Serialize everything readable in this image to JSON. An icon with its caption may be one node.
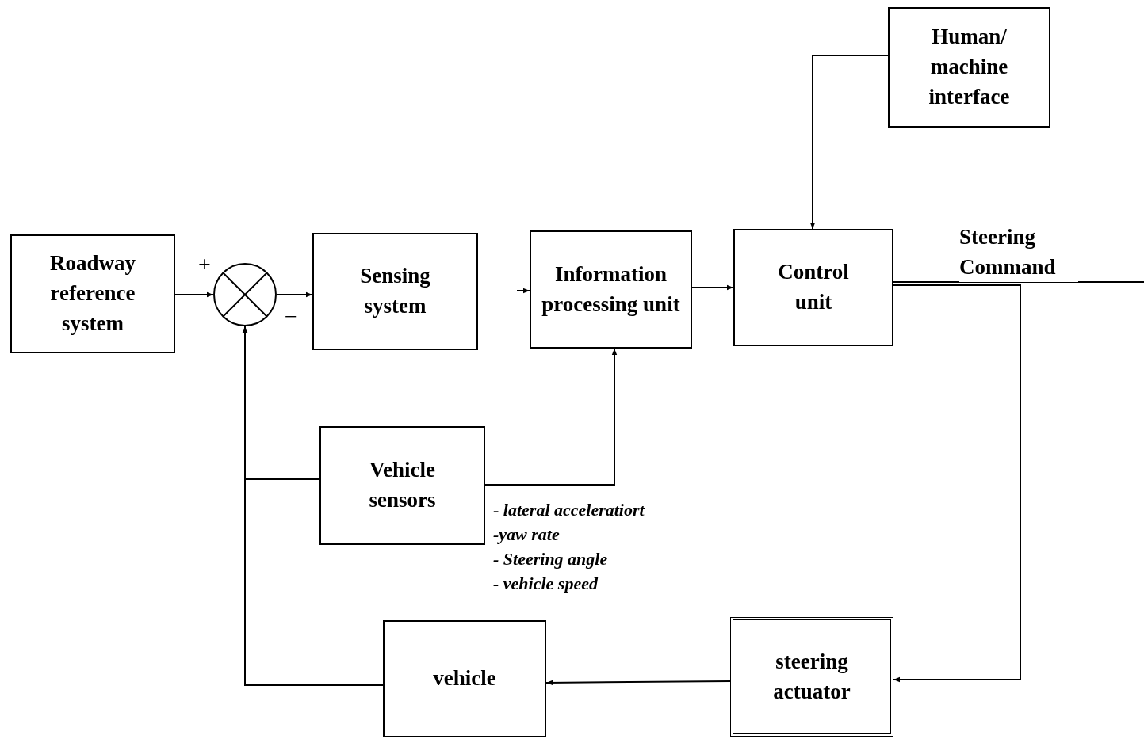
{
  "diagram": {
    "nodes": [
      {
        "text": [
          "Roadway reference system"
        ]
      },
      {
        "text": [],
        "shape": "circle"
      },
      {
        "text": [
          "Sensing system"
        ]
      },
      {
        "text": [
          "Information processing unit"
        ]
      },
      {
        "text": [
          "Control unit"
        ]
      },
      {
        "text": [
          "Human/ machine interface"
        ]
      },
      {
        "text": [
          "Vehicle sensors"
        ],
        "beside": [
          "- lateral acceleratiort",
          "-yaw rate",
          "- Steering angle",
          "- vehicle speed"
        ]
      },
      {
        "text": [
          "vehicle"
        ]
      },
      {
        "text": [
          "steering actuator"
        ]
      }
    ],
    "edges": [
      {
        "from": 0,
        "to": 1,
        "arrow": "to"
      },
      {
        "from": 1,
        "to": 2,
        "arrow": "to"
      },
      {
        "from": null,
        "to": 3,
        "arrow": "to"
      },
      {
        "from": 3,
        "to": 4,
        "arrow": "to"
      },
      {
        "from": 5,
        "to": 4,
        "arrow": "to"
      },
      {
        "from": 4,
        "to": 8,
        "arrow": "to",
        "label": "Steering Command"
      },
      {
        "from": 4,
        "to": null,
        "arrow": "none"
      },
      {
        "from": 8,
        "to": 7,
        "arrow": "to"
      },
      {
        "from": 7,
        "to": 1,
        "arrow": "to"
      },
      {
        "from": 6,
        "to": 1,
        "arrow": "to"
      },
      {
        "from": 6,
        "to": 3,
        "arrow": "to"
      }
    ],
    "labels": [
      "+",
      "−"
    ]
  }
}
